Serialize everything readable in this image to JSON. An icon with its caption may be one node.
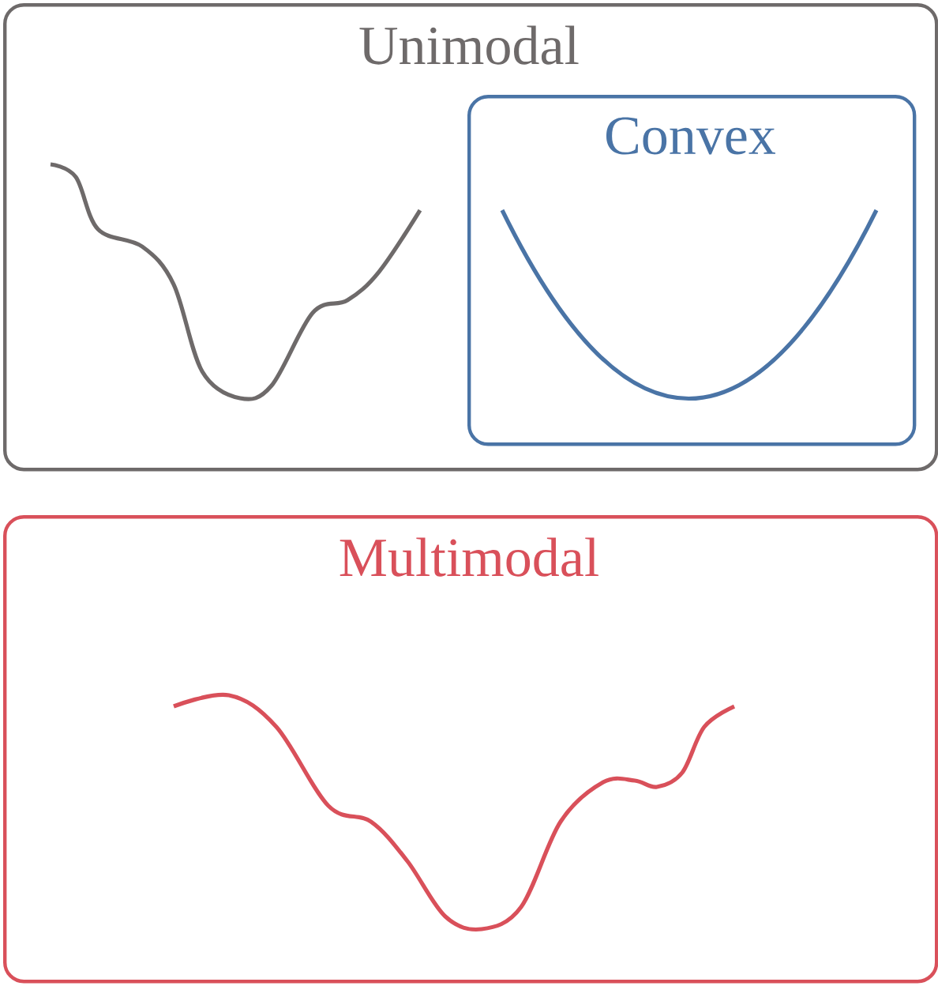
{
  "diagram": {
    "nodes": [
      {
        "text": [
          "Unimodal"
        ]
      },
      {
        "text": [
          "Convex"
        ],
        "in": 0
      },
      {
        "text": [
          "Multimodal"
        ]
      }
    ]
  }
}
